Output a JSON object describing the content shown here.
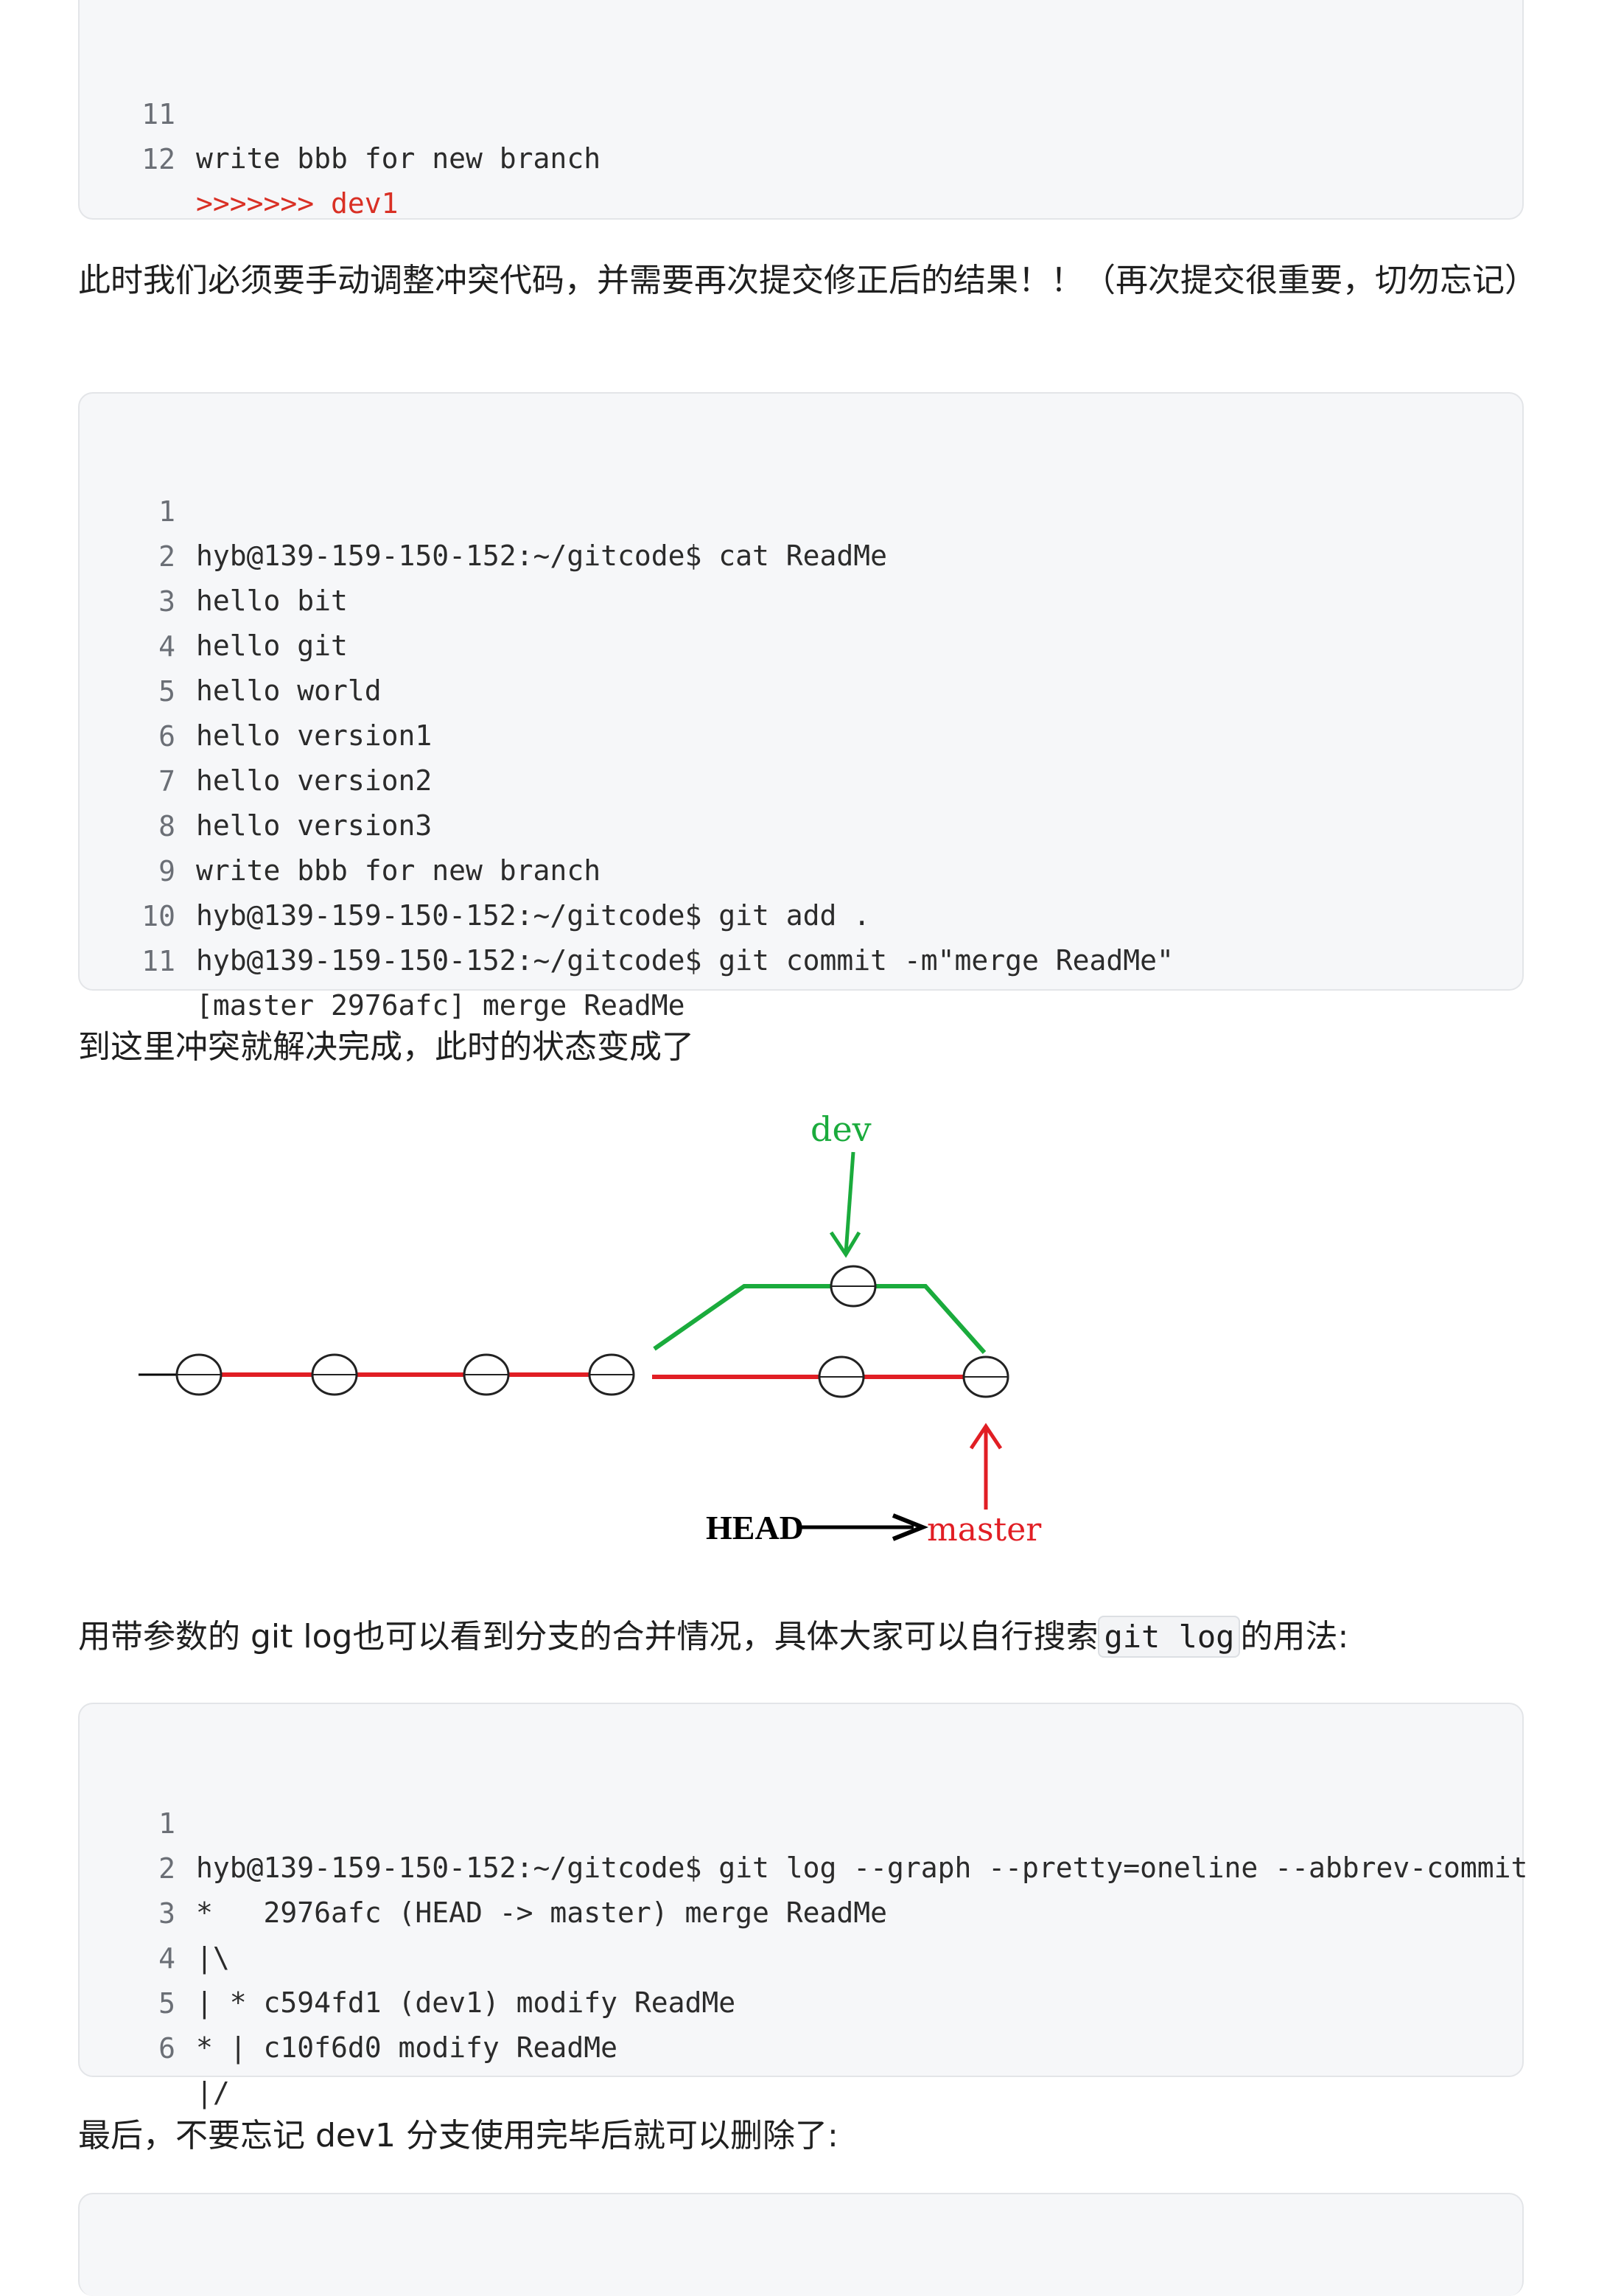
{
  "code_block_1": {
    "lines": [
      {
        "num": "11",
        "text": "write bbb for new branch"
      },
      {
        "num": "12",
        "text": ">>>>>>> dev1"
      }
    ]
  },
  "para_1": "此时我们必须要手动调整冲突代码，并需要再次提交修正后的结果！！（再次提交很重要，切勿忘记）",
  "code_block_2": {
    "lines": [
      {
        "num": "1",
        "text": "hyb@139-159-150-152:~/gitcode$ cat ReadMe"
      },
      {
        "num": "2",
        "text": "hello bit"
      },
      {
        "num": "3",
        "text": "hello git"
      },
      {
        "num": "4",
        "text": "hello world"
      },
      {
        "num": "5",
        "text": "hello version1"
      },
      {
        "num": "6",
        "text": "hello version2"
      },
      {
        "num": "7",
        "text": "hello version3"
      },
      {
        "num": "8",
        "text": "write bbb for new branch"
      },
      {
        "num": "9",
        "text": "hyb@139-159-150-152:~/gitcode$ git add ."
      },
      {
        "num": "10",
        "text": "hyb@139-159-150-152:~/gitcode$ git commit -m\"merge ReadMe\""
      },
      {
        "num": "11",
        "text": "[master 2976afc] merge ReadMe"
      }
    ]
  },
  "para_2": "到这里冲突就解决完成，此时的状态变成了",
  "diagram": {
    "dev_label": "dev",
    "head_label": "HEAD",
    "master_label": "master",
    "colors": {
      "dev": "#1aab3c",
      "master": "#e11e24",
      "head": "#000000"
    }
  },
  "para_3": {
    "before": "用带参数的 git log也可以看到分支的合并情况，具体大家可以自行搜索",
    "code": "git log",
    "after": "的用法:"
  },
  "code_block_3": {
    "lines": [
      {
        "num": "1",
        "text": "hyb@139-159-150-152:~/gitcode$ git log --graph --pretty=oneline --abbrev-commit"
      },
      {
        "num": "2",
        "text": "*   2976afc (HEAD -> master) merge ReadMe"
      },
      {
        "num": "3",
        "text": "|\\"
      },
      {
        "num": "4",
        "text": "| * c594fd1 (dev1) modify ReadMe"
      },
      {
        "num": "5",
        "text": "* | c10f6d0 modify ReadMe"
      },
      {
        "num": "6",
        "text": "|/"
      }
    ]
  },
  "para_4": "最后，不要忘记 dev1 分支使用完毕后就可以删除了:"
}
